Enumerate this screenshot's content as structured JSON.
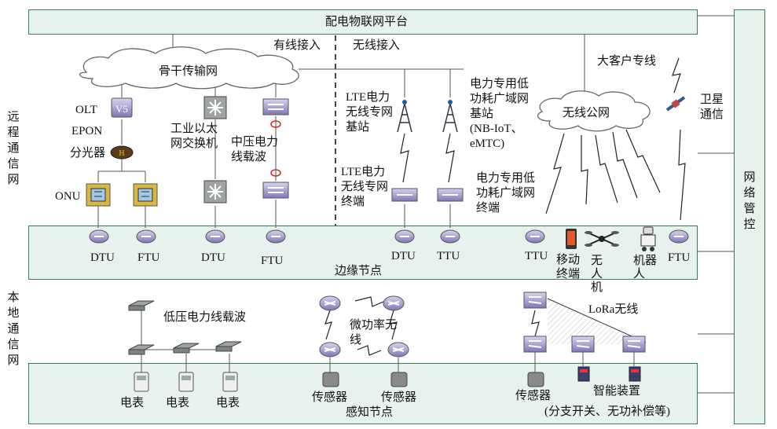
{
  "platform": "配电物联网平台",
  "mgmt": "网络管控",
  "left_remote": "远程通信网",
  "left_local": "本地通信网",
  "wired": "有线接入",
  "wireless": "无线接入",
  "backbone": "骨干传输网",
  "public_net": "无线公网",
  "big_client": "大客户专线",
  "satellite": "卫星通信",
  "olt": "OLT",
  "epon": "EPON",
  "splitter": "分光器",
  "onu": "ONU",
  "eth_switch": "工业以太网交换机",
  "mv_plc": "中压电力线载波",
  "lte_base": "LTE电力无线专网基站",
  "lte_term": "LTE电力无线专网终端",
  "lpwan_base": "电力专用低功耗广域网基站",
  "lpwan_base_sub": "(NB-IoT、eMTC)",
  "lpwan_term": "电力专用低功耗广域网终端",
  "edge_node": "边缘节点",
  "edge_devices": [
    "DTU",
    "FTU",
    "DTU",
    "FTU",
    "DTU",
    "TTU",
    "TTU",
    "移动终端",
    "无人机",
    "机器人",
    "FTU"
  ],
  "lv_plc": "低压电力线载波",
  "micro_wireless": "微功率无线",
  "lora": "LoRa无线",
  "meters": [
    "电表",
    "电表",
    "电表"
  ],
  "sensor": "传感器",
  "sensing_node": "感知节点",
  "smart_device": "智能装置",
  "smart_note": "(分支开关、无功补偿等)"
}
